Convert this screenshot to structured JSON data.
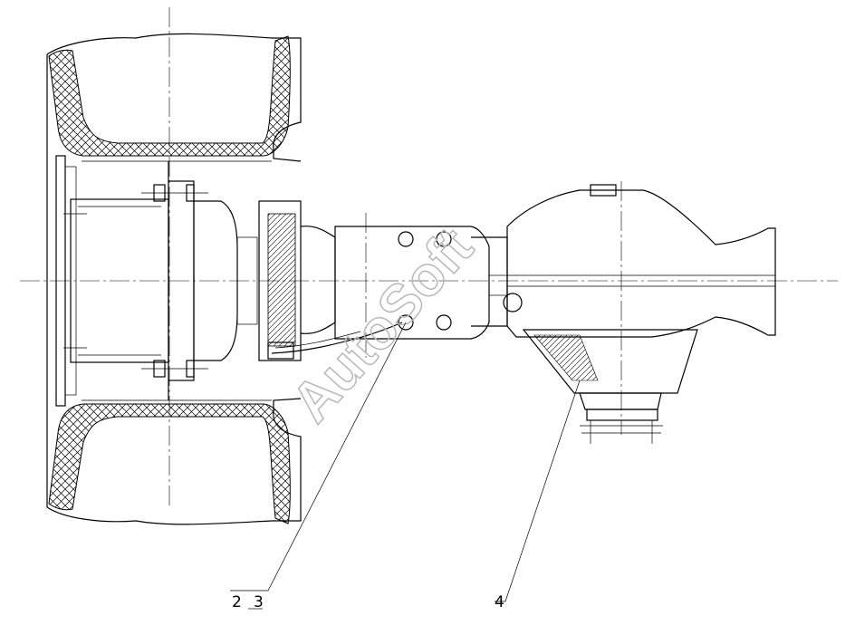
{
  "callouts": [
    {
      "id": "c1",
      "label": "2"
    },
    {
      "id": "c2",
      "label": "3"
    },
    {
      "id": "c3",
      "label": "4"
    }
  ],
  "watermark": {
    "text": "AutoSoft",
    "color": "#b8b8b8"
  },
  "colors": {
    "line": "#000000",
    "background": "#ffffff"
  }
}
